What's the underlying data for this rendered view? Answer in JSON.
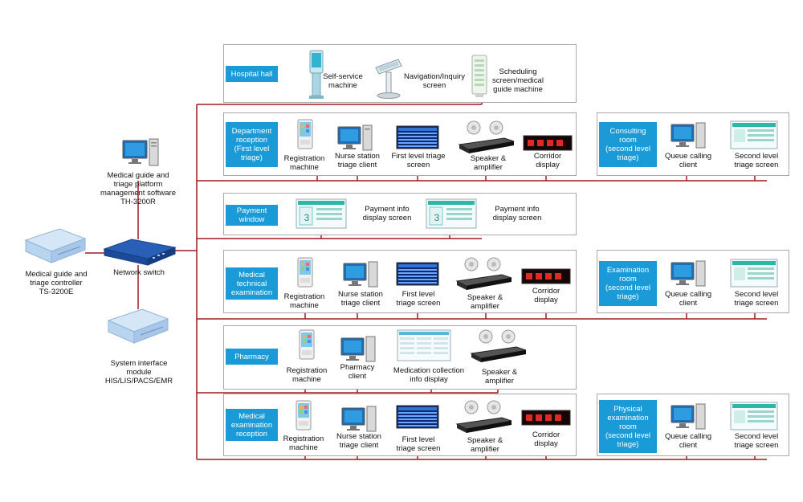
{
  "left": {
    "controller_label": "Medical guide and\ntriage controller\nTS-3200E",
    "switch_label": "Network switch",
    "software_label": "Medical guide and\ntriage platform\nmanagement software\nTH-3200R",
    "interface_label": "System interface\nmodule\nHIS/LIS/PACS/EMR"
  },
  "hall": {
    "tag": "Hospital hall",
    "self_service": "Self-service\nmachine",
    "navigation": "Navigation/Inquiry\nscreen",
    "scheduling": "Scheduling\nscreen/medical\nguide machine"
  },
  "dept": {
    "tag": "Department\nreception\n(First level\ntriage)",
    "registration": "Registration\nmachine",
    "nurse": "Nurse station\ntriage client",
    "screen": "First level triage\nscreen",
    "speaker": "Speaker &\namplifier",
    "corridor": "Corridor\ndisplay"
  },
  "consult": {
    "tag": "Consulting\nroom\n(second level\ntriage)",
    "queue": "Queue calling\nclient",
    "screen": "Second level\ntriage screen"
  },
  "payment": {
    "tag": "Payment\nwindow",
    "info1": "Payment info\ndisplay screen",
    "info2": "Payment info\ndisplay screen",
    "num1": "3",
    "num2": "3"
  },
  "medtech": {
    "tag": "Medical\ntechnical\nexamination",
    "registration": "Registration\nmachine",
    "nurse": "Nurse station\ntriage client",
    "screen": "First level\ntriage screen",
    "speaker": "Speaker &\namplifier",
    "corridor": "Corridor\ndisplay"
  },
  "exam": {
    "tag": "Examination\nroom\n(second level\ntriage)",
    "queue": "Queue calling\nclient",
    "screen": "Second level\ntriage screen"
  },
  "pharmacy": {
    "tag": "Pharmacy",
    "registration": "Registration\nmachine",
    "client": "Pharmacy\nclient",
    "medication": "Medication collection\ninfo display",
    "speaker": "Speaker &\namplifier"
  },
  "medexam": {
    "tag": "Medical\nexamination\nreception",
    "registration": "Registration\nmachine",
    "nurse": "Nurse station\ntriage client",
    "screen": "First level\ntriage screen",
    "speaker": "Speaker &\namplifier",
    "corridor": "Corridor\ndisplay"
  },
  "physical": {
    "tag": "Physical\nexamination\nroom\n(second level\ntriage)",
    "queue": "Queue calling\nclient",
    "screen": "Second level\ntriage screen"
  },
  "colors": {
    "accent": "#1a9ad6",
    "line": "#a01b22",
    "border": "#a9a9a9"
  }
}
